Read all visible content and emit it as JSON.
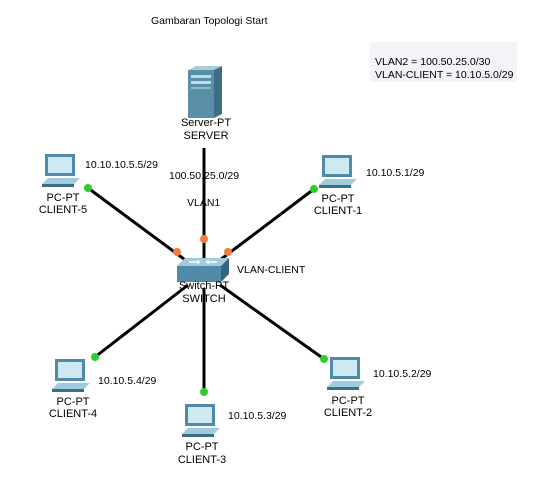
{
  "title": "Gambaran Topologi Start",
  "legend": {
    "line1": "VLAN2 = 100.50.25.0/30",
    "line2": "VLAN-CLIENT = 10.10.5.0/29"
  },
  "server": {
    "type": "Server-PT",
    "name": "SERVER",
    "network": "100.50.25.0/29",
    "vlan": "VLAN1"
  },
  "switch": {
    "type": "Switch-PT",
    "name": "SWITCH",
    "vlan_label": "VLAN-CLIENT"
  },
  "clients": [
    {
      "type": "PC-PT",
      "name": "CLIENT-5",
      "ip": "10.10.10.5.5/29"
    },
    {
      "type": "PC-PT",
      "name": "CLIENT-1",
      "ip": "10.10.5.1/29"
    },
    {
      "type": "PC-PT",
      "name": "CLIENT-4",
      "ip": "10.10.5.4/29"
    },
    {
      "type": "PC-PT",
      "name": "CLIENT-3",
      "ip": "10.10.5.3/29"
    },
    {
      "type": "PC-PT",
      "name": "CLIENT-2",
      "ip": "10.10.5.2/29"
    }
  ],
  "colors": {
    "link": "#000000",
    "port_up": "#2ecc2e",
    "port_switch": "#f07f3c",
    "device": "#6fa8c4"
  }
}
